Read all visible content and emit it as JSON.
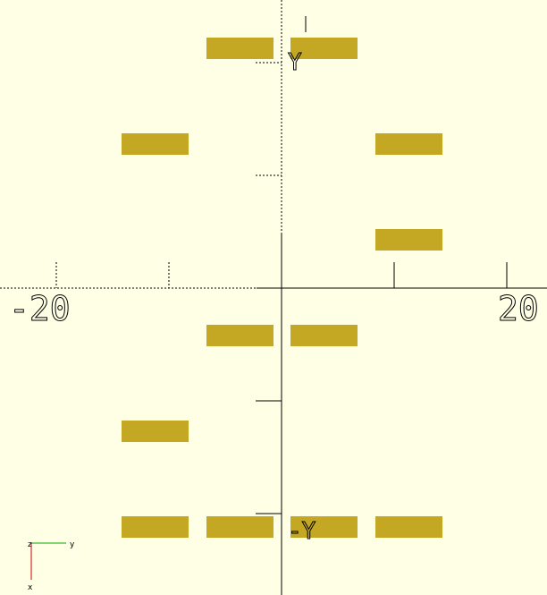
{
  "viewport": {
    "background_color": "#ffffe5",
    "block_color": "#c4a824",
    "axis_color": "#000000"
  },
  "blocks": [
    {
      "row": 0,
      "col": 2
    },
    {
      "row": 0,
      "col": 3
    },
    {
      "row": 1,
      "col": 1
    },
    {
      "row": 1,
      "col": 4
    },
    {
      "row": 2,
      "col": 4
    },
    {
      "row": 3,
      "col": 2
    },
    {
      "row": 3,
      "col": 3
    },
    {
      "row": 4,
      "col": 1
    },
    {
      "row": 5,
      "col": 1
    },
    {
      "row": 5,
      "col": 2
    },
    {
      "row": 5,
      "col": 3
    },
    {
      "row": 5,
      "col": 4
    }
  ],
  "axis_labels": {
    "left": "-20",
    "right": "20",
    "top": "Y",
    "bottom": "-Y"
  },
  "orientation_gizmo": {
    "z_label": "z",
    "y_label": "y",
    "x_label": "x",
    "y_color": "#00aa00",
    "x_color": "#cc0000",
    "z_color": "#0000cc"
  }
}
